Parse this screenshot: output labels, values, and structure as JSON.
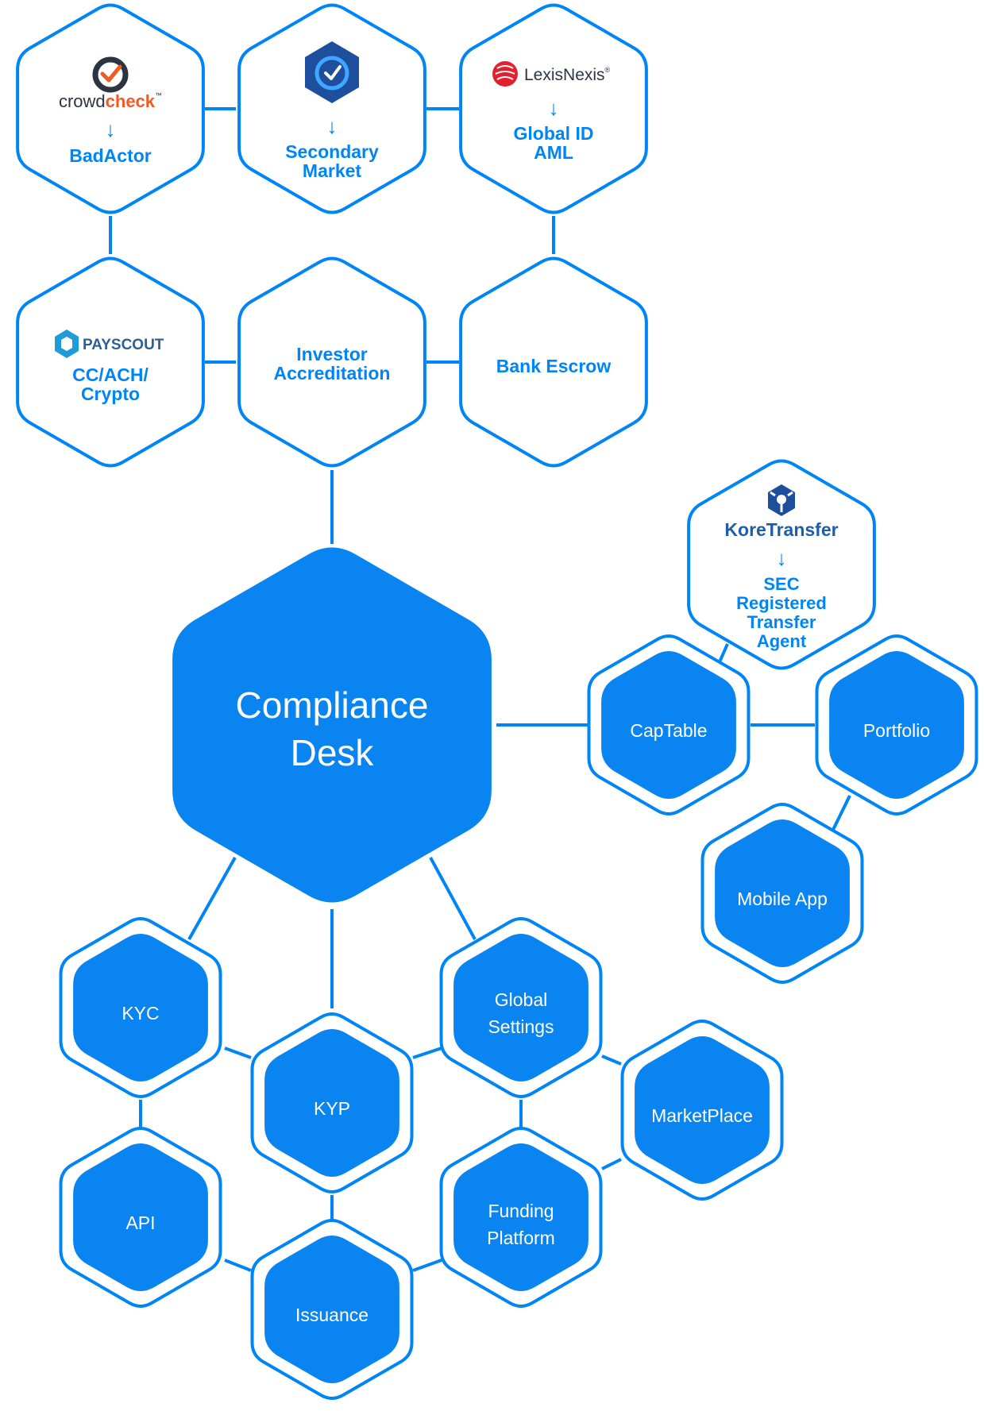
{
  "colors": {
    "primary": "#0085f6",
    "fill": "#0a84f0",
    "text_on_fill": "#ffffff",
    "background": "#ffffff"
  },
  "center": {
    "title_line1": "Compliance",
    "title_line2": "Desk"
  },
  "integrations": {
    "crowdcheck": {
      "logo_prefix": "crowd",
      "logo_suffix": "check",
      "tm": "™",
      "arrow": "↓",
      "line1": "BadActor",
      "icon": "crowdcheck-logo-icon"
    },
    "secondary": {
      "arrow": "↓",
      "line1": "Secondary",
      "line2": "Market",
      "icon": "shield-clock-icon"
    },
    "lexisnexis": {
      "logo_text": "LexisNexis",
      "reg": "®",
      "arrow": "↓",
      "line1": "Global ID",
      "line2": "AML",
      "icon": "lexisnexis-logo-icon"
    },
    "payscout": {
      "logo_text": "PAYSCOUT",
      "line1": "CC/ACH/",
      "line2": "Crypto",
      "icon": "payscout-logo-icon"
    },
    "investor": {
      "line1": "Investor",
      "line2": "Accreditation"
    },
    "escrow": {
      "line1": "Bank Escrow"
    },
    "koretransfer": {
      "logo_text": "KoreTransfer",
      "arrow": "↓",
      "line1": "SEC",
      "line2": "Registered",
      "line3": "Transfer",
      "line4": "Agent",
      "icon": "koretransfer-logo-icon"
    }
  },
  "modules": {
    "captable": "CapTable",
    "portfolio": "Portfolio",
    "mobile": "Mobile App",
    "kyc": "KYC",
    "kyp": "KYP",
    "global_l1": "Global",
    "global_l2": "Settings",
    "marketplace": "MarketPlace",
    "api": "API",
    "funding_l1": "Funding",
    "funding_l2": "Platform",
    "issuance": "Issuance"
  }
}
